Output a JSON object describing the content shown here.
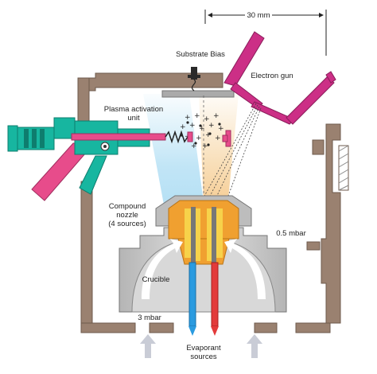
{
  "labels": {
    "scale": "30 mm",
    "substrate_bias": "Substrate Bias",
    "electron_gun": "Electron gun",
    "plasma_unit_line1": "Plasma activation",
    "plasma_unit_line2": "unit",
    "compound_nozzle_line1": "Compound",
    "compound_nozzle_line2": "nozzle",
    "compound_nozzle_line3": "(4 sources)",
    "crucible": "Crucible",
    "pressure_chamber": "0.5 mbar",
    "pressure_crucible": "3 mbar",
    "evaporant_line1": "Evaporant",
    "evaporant_line2": "sources"
  },
  "colors": {
    "wall": "#9a8170",
    "wall_edge": "#6e5a4c",
    "electron_gun": "#cc2f86",
    "plasma_unit": "#17b6a0",
    "plasma_pink": "#e74c8b",
    "crucible_gray": "#c9c9c9",
    "nozzle_orange": "#f0a030",
    "nozzle_yellow": "#f7d24a",
    "source_blue": "#2a9be0",
    "source_red": "#e33b3b",
    "plasma_glow": "#9fd4ef",
    "vapor_glow": "#f2c27a",
    "substrate": "#aaaaaa",
    "inlet_arrow": "#c9ccd6"
  }
}
